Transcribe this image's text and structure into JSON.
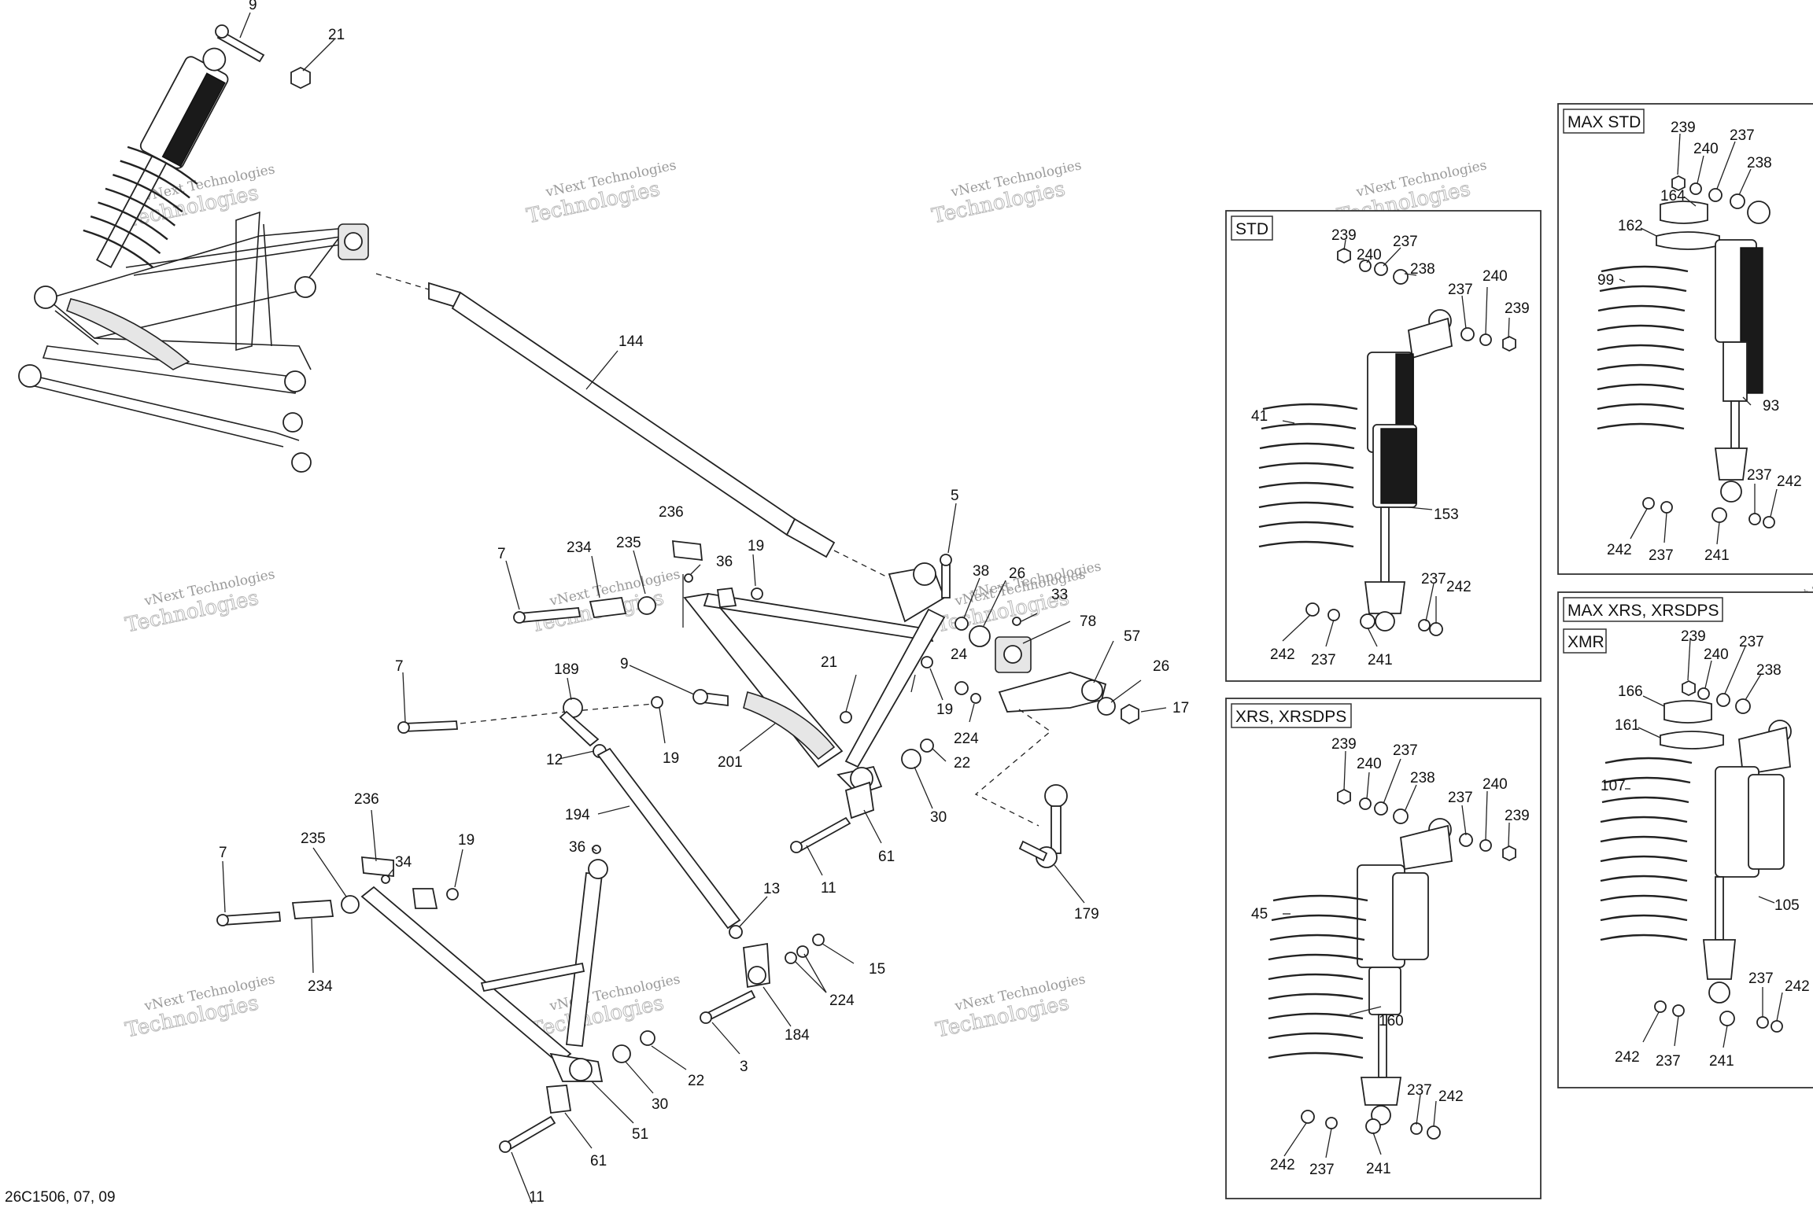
{
  "watermark": {
    "line1": "vNext Technologies",
    "line2": "Technologies"
  },
  "drawing_code": "26C1506, 07, 09",
  "panels": {
    "std": {
      "tag": "STD"
    },
    "xrs": {
      "tag": "XRS, XRSDPS"
    },
    "max_std": {
      "tag": "MAX STD"
    },
    "max_xrs": {
      "tag": "MAX XRS, XRSDPS"
    },
    "xmr": {
      "tag": "XMR"
    }
  },
  "callouts": {
    "c9_top": "9",
    "c21_top": "21",
    "c144": "144",
    "c5": "5",
    "c38": "38",
    "c26_a": "26",
    "c33": "33",
    "c78": "78",
    "c57": "57",
    "c26_b": "26",
    "c17": "17",
    "c24": "24",
    "c19_a": "19",
    "c224_a": "224",
    "c22_a": "22",
    "c30_a": "30",
    "c61_a": "61",
    "c11_a": "11",
    "c179": "179",
    "c236_a": "236",
    "c234_a": "234",
    "c235_a": "235",
    "c19_b": "19",
    "c36_a": "36",
    "c7_a": "7",
    "c7_b": "7",
    "c189": "189",
    "c9_mid": "9",
    "c21_mid": "21",
    "c19_c": "19",
    "c12": "12",
    "c201": "201",
    "c194": "194",
    "c7_c": "7",
    "c235_b": "235",
    "c236_b": "236",
    "c34": "34",
    "c19_d": "19",
    "c234_b": "234",
    "c36_b": "36",
    "c13": "13",
    "c15": "15",
    "c224_b": "224",
    "c184": "184",
    "c3": "3",
    "c22_b": "22",
    "c30_b": "30",
    "c51": "51",
    "c61_b": "61",
    "c11_b": "11",
    "std_239a": "239",
    "std_240a": "240",
    "std_237a": "237",
    "std_238": "238",
    "std_237b": "237",
    "std_240b": "240",
    "std_239b": "239",
    "std_41": "41",
    "std_153": "153",
    "std_237c": "237",
    "std_242a": "242",
    "std_242b": "242",
    "std_237d": "237",
    "std_241": "241",
    "xrs_239a": "239",
    "xrs_240a": "240",
    "xrs_237a": "237",
    "xrs_238": "238",
    "xrs_237b": "237",
    "xrs_240b": "240",
    "xrs_239b": "239",
    "xrs_45": "45",
    "xrs_160": "160",
    "xrs_237c": "237",
    "xrs_242a": "242",
    "xrs_242b": "242",
    "xrs_237d": "237",
    "xrs_241": "241",
    "ms_239": "239",
    "ms_240": "240",
    "ms_237a": "237",
    "ms_238": "238",
    "ms_164": "164",
    "ms_162": "162",
    "ms_99": "99",
    "ms_93": "93",
    "ms_237b": "237",
    "ms_242a": "242",
    "ms_242b": "242",
    "ms_237c": "237",
    "ms_241": "241",
    "mx_239": "239",
    "mx_240": "240",
    "mx_237a": "237",
    "mx_238": "238",
    "mx_166": "166",
    "mx_161": "161",
    "mx_107": "107",
    "mx_105": "105",
    "mx_237b": "237",
    "mx_242a": "242",
    "mx_242b": "242",
    "mx_237c": "237",
    "mx_241": "241"
  }
}
